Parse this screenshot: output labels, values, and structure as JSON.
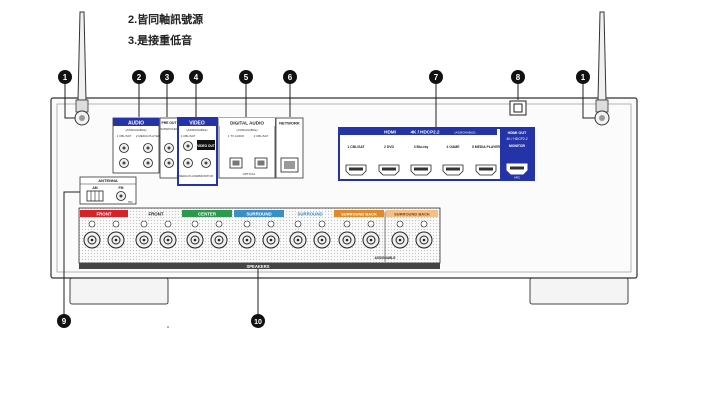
{
  "headings": [
    "2.皆同軸訊號源",
    "3.是接重低音"
  ],
  "callouts": [
    "1",
    "2",
    "3",
    "4",
    "5",
    "6",
    "7",
    "8",
    "1",
    "9",
    "10"
  ],
  "colors": {
    "highlight": "#2433a8",
    "panel": "#f4f4f4",
    "front_red": "#d8222a",
    "center_green": "#2b9a4e",
    "surround_blue": "#3a8fc8",
    "surround_back_orange": "#e08a2b"
  },
  "sections": {
    "audio": {
      "label": "AUDIO",
      "sub": "(ASSIGNABLE)",
      "inputs": [
        "1 CBL/SAT",
        "2 MEDIA PLAYER"
      ]
    },
    "preout": {
      "label": "PRE OUT",
      "sub": "SUBWOOFER"
    },
    "video": {
      "label": "VIDEO",
      "sub": "(ASSIGNABLE)",
      "inputs": [
        "1 CBL/SAT",
        "2 MEDIA PLAYER"
      ],
      "out_label": "VIDEO OUT",
      "monitor": "MONITOR"
    },
    "digital": {
      "label": "DIGITAL AUDIO",
      "sub": "(ASSIGNABLE)",
      "inputs": [
        "1 TV AUDIO",
        "2 CBL/SAT"
      ],
      "optical": "OPTICAL"
    },
    "network": {
      "label": "NETWORK"
    },
    "hdmi": {
      "label": "HDMI",
      "sub": "4K / HDCP2.2",
      "assignable": "(ASSIGNABLE)",
      "inputs": [
        "1 CBL/SAT",
        "2 DVD",
        "3 Blu-ray",
        "4 GAME",
        "5 MEDIA PLAYER"
      ]
    },
    "hdmi_out": {
      "label": "HDMI OUT",
      "sub": "4K / HDCP2.2",
      "monitor": "MONITOR",
      "arc": "ARC"
    },
    "antenna": {
      "label": "ANTENNA",
      "am": "AM",
      "fm": "FM",
      "ohm": "75Ω"
    },
    "speakers": {
      "label": "SPEAKERS",
      "groups": [
        "FRONT",
        "FRONT",
        "CENTER",
        "SURROUND",
        "SURROUND",
        "SURROUND BACK",
        "SURROUND BACK"
      ],
      "assignable": "ASSIGNABLE"
    }
  }
}
